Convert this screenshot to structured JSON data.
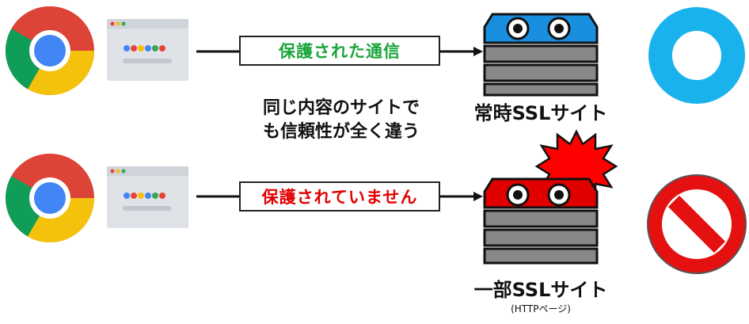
{
  "rows": [
    {
      "label": "保護された通信",
      "label_color": "#1aa53a",
      "site_label": "常時SSLサイト",
      "site_sub": "",
      "server_color": "#1a8fe0",
      "result": "ok",
      "result_color": "#19b2ec"
    },
    {
      "label": "保護されていません",
      "label_color": "#e00000",
      "site_label": "一部SSLサイト",
      "site_sub": "(HTTPページ)",
      "server_color": "#e00000",
      "result": "prohibited",
      "result_color": "#e51010"
    }
  ],
  "middle_text_line1": "同じ内容のサイトで",
  "middle_text_line2": "も信頼性が全く違う",
  "icons": {
    "browser_logo": "chrome-logo-icon",
    "browser_window": "browser-window-icon",
    "server": "server-robot-icon",
    "burst": "alert-burst-icon",
    "ok": "circle-ok-icon",
    "ng": "prohibited-icon"
  }
}
